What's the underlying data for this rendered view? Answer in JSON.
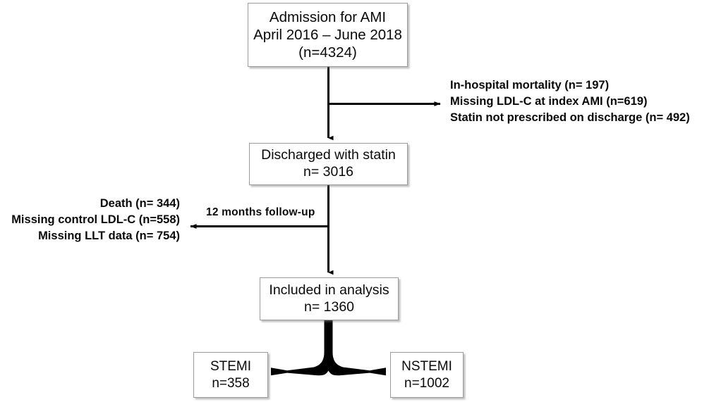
{
  "diagram": {
    "title": "AMI study participant flow diagram",
    "colors": {
      "ink": "#0a0a0a",
      "box_border": "#9c9c9c",
      "box_fill": "#ffffff",
      "connector": "#000000"
    },
    "nodes": {
      "admission": {
        "name": "Admission for AMI",
        "lines": [
          "Admission for AMI",
          "April 2016 – June 2018",
          "(n=4324)"
        ],
        "count": 4324
      },
      "discharged": {
        "name": "Discharged with statin",
        "lines": [
          "Discharged with statin",
          "n= 3016"
        ],
        "count": 3016
      },
      "included": {
        "name": "Included in analysis",
        "lines": [
          "Included in analysis",
          "n= 1360"
        ],
        "count": 1360
      },
      "stemi": {
        "name": "STEMI",
        "lines": [
          "STEMI",
          "n=358"
        ],
        "count": 358
      },
      "nstemi": {
        "name": "NSTEMI",
        "lines": [
          "NSTEMI",
          "n=1002"
        ],
        "count": 1002
      }
    },
    "exclusions_right": {
      "lines": [
        "In-hospital mortality (n= 197)",
        "Missing LDL-C at index AMI (n=619)",
        "Statin not prescribed on discharge (n= 492)"
      ]
    },
    "exclusions_left": {
      "lines": [
        "Death (n= 344)",
        "Missing control LDL-C (n=558)",
        "Missing LLT data (n= 754)"
      ]
    },
    "edge_labels": {
      "followup": "12 months  follow-up"
    }
  }
}
